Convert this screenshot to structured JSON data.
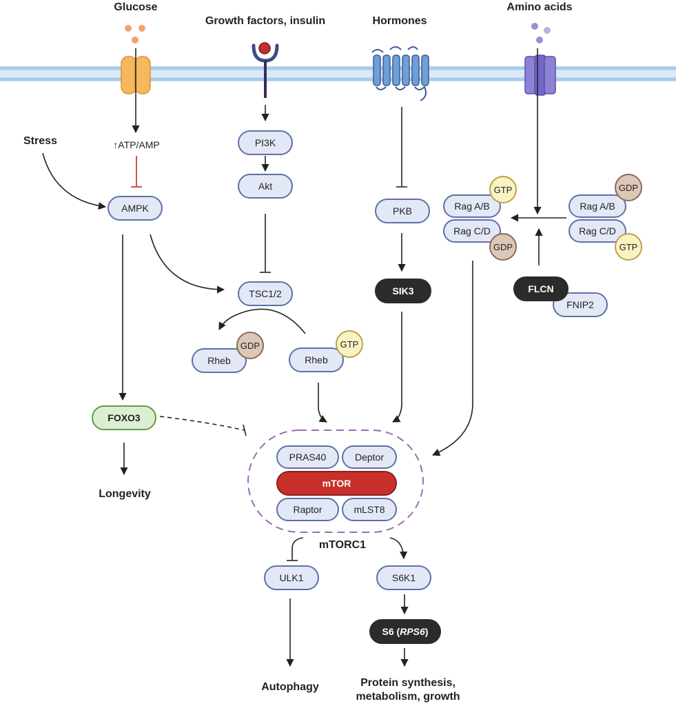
{
  "inputs": {
    "glucose": "Glucose",
    "growth_factors": "Growth factors, insulin",
    "hormones": "Hormones",
    "amino_acids": "Amino acids",
    "stress": "Stress"
  },
  "nodes": {
    "atp_amp": "↑ATP/AMP",
    "ampk": "AMPK",
    "pi3k": "PI3K",
    "akt": "Akt",
    "tsc": "TSC1/2",
    "rheb_gdp": "Rheb",
    "rheb_gtp": "Rheb",
    "pkb": "PKB",
    "sik3": "SIK3",
    "rag_ab_left": "Rag A/B",
    "rag_cd_left": "Rag C/D",
    "rag_ab_right": "Rag A/B",
    "rag_cd_right": "Rag C/D",
    "flcn": "FLCN",
    "fnip2": "FNIP2",
    "foxo3": "FOXO3",
    "ulk1": "ULK1",
    "s6k1": "S6K1",
    "s6_prefix": "S6 (",
    "s6_gene": "RPS6",
    "s6_suffix": ")"
  },
  "nucleotides": {
    "gtp": "GTP",
    "gdp": "GDP"
  },
  "mtorc1": {
    "pras40": "PRAS40",
    "deptor": "Deptor",
    "mtor": "mTOR",
    "raptor": "Raptor",
    "mlst8": "mLST8",
    "label": "mTORC1"
  },
  "outputs": {
    "longevity": "Longevity",
    "autophagy": "Autophagy",
    "protein_line1": "Protein synthesis,",
    "protein_line2": "metabolism, growth"
  },
  "colors": {
    "node_fill": "#e3e8f7",
    "node_border": "#5d6fa6",
    "mtor": "#c9302c",
    "dark_node": "#2b2b2b",
    "foxo3": "#dcefd3",
    "gtp": "#fbf2c4",
    "gdp": "#ddc7b6",
    "membrane": "#bcd7ee",
    "inhibition_ampk": "#b03030",
    "complex_dash": "#9b6bb0"
  }
}
